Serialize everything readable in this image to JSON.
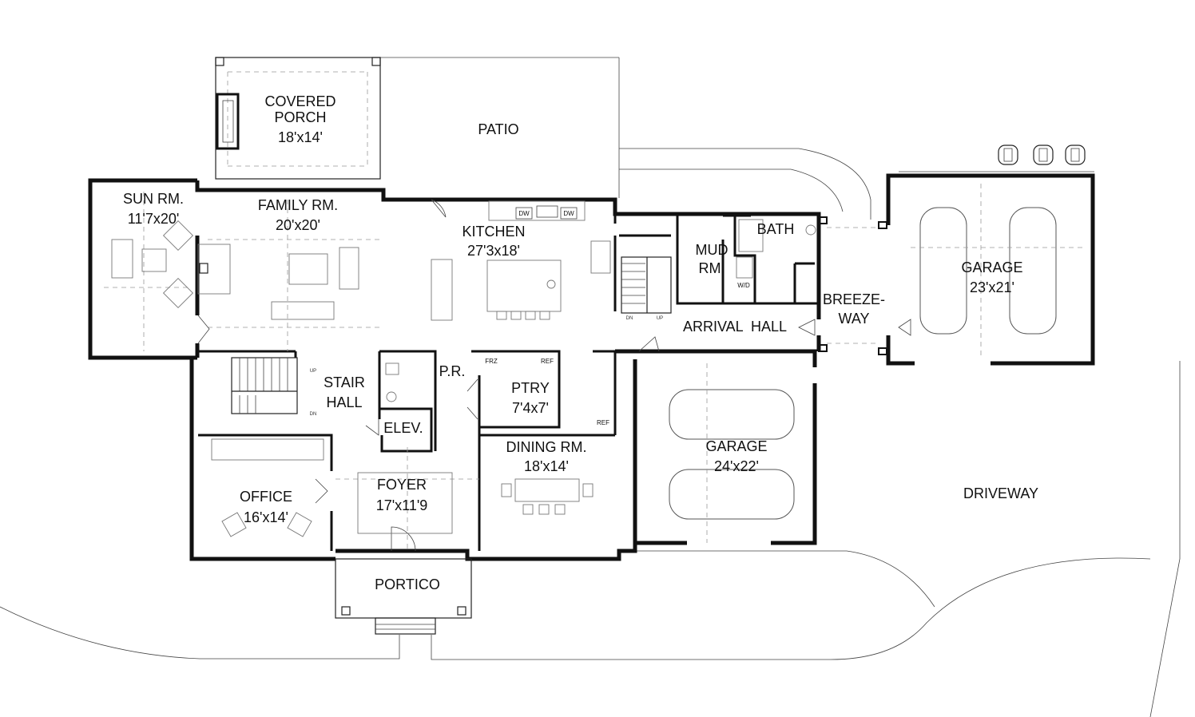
{
  "rooms": [
    {
      "id": "covered-porch",
      "lines": [
        "COVERED",
        "PORCH",
        "18'x14'"
      ]
    },
    {
      "id": "patio",
      "lines": [
        "PATIO"
      ]
    },
    {
      "id": "sun-room",
      "lines": [
        "SUN RM.",
        "11'7x20'"
      ]
    },
    {
      "id": "family-room",
      "lines": [
        "FAMILY RM.",
        "20'x20'"
      ]
    },
    {
      "id": "kitchen",
      "lines": [
        "KITCHEN",
        "27'3x18'"
      ]
    },
    {
      "id": "mud-room",
      "lines": [
        "MUD",
        "RM."
      ]
    },
    {
      "id": "bath",
      "lines": [
        "BATH"
      ]
    },
    {
      "id": "garage-small",
      "lines": [
        "GARAGE",
        "23'x21'"
      ]
    },
    {
      "id": "breezeway",
      "lines": [
        "BREEZE-",
        "WAY"
      ]
    },
    {
      "id": "arrival-hall",
      "lines": [
        "ARRIVAL  HALL"
      ]
    },
    {
      "id": "stair-hall",
      "lines": [
        "STAIR",
        "HALL"
      ]
    },
    {
      "id": "powder-room",
      "lines": [
        "P.R."
      ]
    },
    {
      "id": "pantry",
      "lines": [
        "PTRY",
        "7'4x7'"
      ]
    },
    {
      "id": "elevator",
      "lines": [
        "ELEV."
      ]
    },
    {
      "id": "office",
      "lines": [
        "OFFICE",
        "16'x14'"
      ]
    },
    {
      "id": "foyer",
      "lines": [
        "FOYER",
        "17'x11'9"
      ]
    },
    {
      "id": "dining-room",
      "lines": [
        "DINING RM.",
        "18'x14'"
      ]
    },
    {
      "id": "garage-large",
      "lines": [
        "GARAGE",
        "24'x22'"
      ]
    },
    {
      "id": "driveway",
      "lines": [
        "DRIVEWAY"
      ]
    },
    {
      "id": "portico",
      "lines": [
        "PORTICO"
      ]
    }
  ],
  "fixtures": [
    {
      "id": "dw-left",
      "text": "DW"
    },
    {
      "id": "dw-right",
      "text": "DW"
    },
    {
      "id": "frz",
      "text": "FRZ"
    },
    {
      "id": "ref-pantry",
      "text": "REF"
    },
    {
      "id": "ref-side",
      "text": "REF"
    },
    {
      "id": "wd",
      "text": "W/D"
    },
    {
      "id": "stair-up",
      "text": "UP"
    },
    {
      "id": "stair-dn",
      "text": "DN"
    },
    {
      "id": "back-stair-dn",
      "text": "DN"
    },
    {
      "id": "back-stair-up",
      "text": "UP"
    }
  ]
}
